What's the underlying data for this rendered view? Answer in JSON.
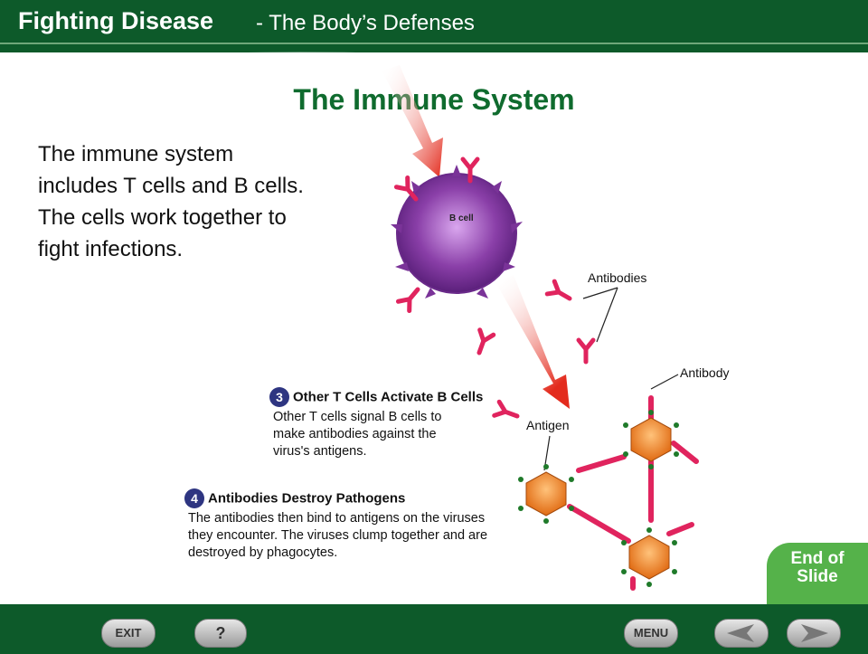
{
  "header": {
    "title": "Fighting Disease",
    "subtitle": "- The Body’s Defenses"
  },
  "slide": {
    "title": "The Immune System",
    "body": "The immune system includes T cells and B cells. The cells work together to fight infections."
  },
  "diagram": {
    "b_cell_label": "B cell",
    "antibodies_label": "Antibodies",
    "antibody_label": "Antibody",
    "antigen_label": "Antigen",
    "step3": {
      "number": "3",
      "heading": "Other T Cells Activate B Cells",
      "text": "Other T cells signal B cells to make antibodies against the virus's antigens."
    },
    "step4": {
      "number": "4",
      "heading": "Antibodies Destroy Pathogens",
      "text": "The antibodies then bind to antigens on the viruses they encounter. The viruses clump together and are destroyed by phagocytes."
    }
  },
  "nav": {
    "exit": "EXIT",
    "help": "?",
    "menu": "MENU",
    "end_of_slide": "End of Slide"
  },
  "colors": {
    "dark_green": "#0d5a2a",
    "title_green": "#0f6b2e",
    "end_slide_green": "#55b24a",
    "antibody_red": "#e0245e",
    "b_cell_purple": "#8a3fa8"
  }
}
